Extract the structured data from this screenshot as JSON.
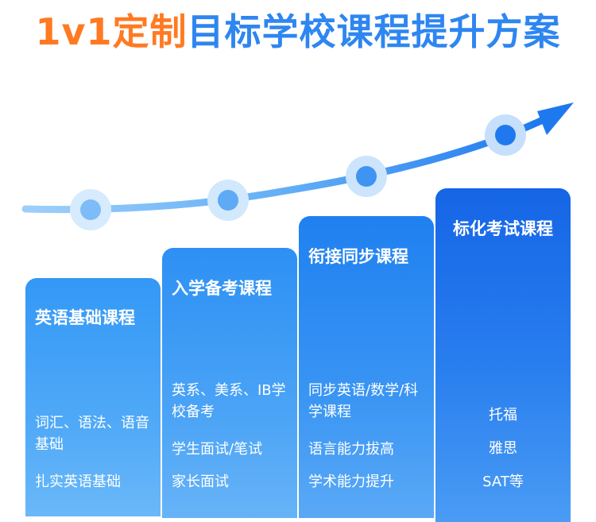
{
  "title": {
    "part1": "1v1定制",
    "part2": "目标学校课程提升方案"
  },
  "cards": [
    {
      "title": "英语基础课程",
      "items": [
        "词汇、语法、语音基础",
        "扎实英语基础"
      ]
    },
    {
      "title": "入学备考课程",
      "items": [
        "英系、美系、IB学校备考",
        "学生面试/笔试",
        "家长面试"
      ]
    },
    {
      "title": "衔接同步课程",
      "items": [
        "同步英语/数学/科学课程",
        "语言能力拔高",
        "学术能力提升"
      ]
    },
    {
      "title": "标化考试课程",
      "items": [
        "托福",
        "雅思",
        "SAT等"
      ]
    }
  ],
  "colors": {
    "orange": "#FF7A22",
    "blue": "#2E86F0",
    "card_top": "#1565E6"
  }
}
